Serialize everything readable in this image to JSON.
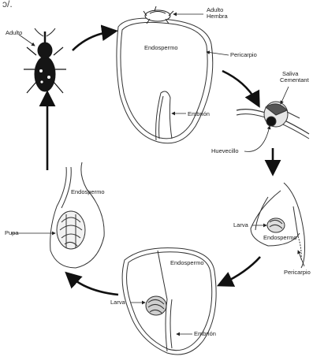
{
  "corner_mark": "ɔ/.",
  "labels": {
    "adulto": "Adulto",
    "adulto_hembra_1": "Adulto",
    "adulto_hembra_2": "Hembra",
    "endospermo_top": "Endospermo",
    "pericarpio_top": "Pericarpio",
    "embrion_top": "Embrión",
    "saliva_1": "Saliva",
    "saliva_2": "Cementant",
    "huevecillo": "Huevecillo",
    "endospermo_left": "Endospermo",
    "pupa": "Pupa",
    "larva_right": "Larva",
    "endospermo_right": "Endospermo",
    "pericarpio_right": "Pericarpio",
    "endospermo_bottom": "Endospermo",
    "larva_bottom": "Larva",
    "embrion_bottom": "Embrión"
  },
  "colors": {
    "ink": "#1a1a1a",
    "line": "#333333",
    "arrow": "#111111",
    "paper": "#ffffff"
  }
}
